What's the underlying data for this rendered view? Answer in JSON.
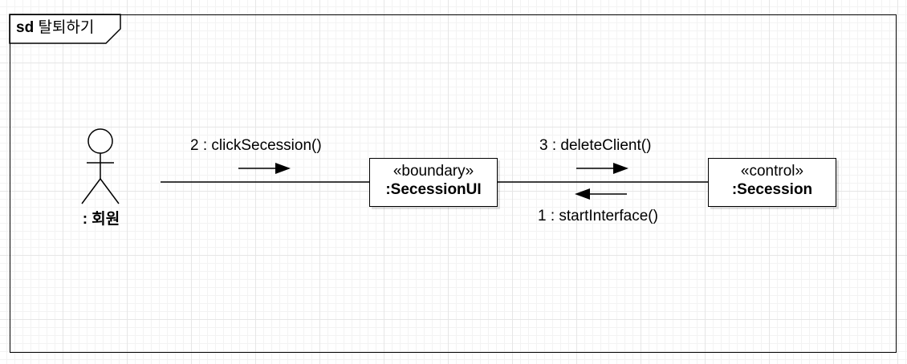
{
  "frame": {
    "keyword": "sd",
    "name": "탈퇴하기"
  },
  "actor": {
    "label": ": 회원"
  },
  "objects": [
    {
      "stereotype": "«boundary»",
      "name": ":SecessionUI"
    },
    {
      "stereotype": "«control»",
      "name": ":Secession"
    }
  ],
  "messages": [
    {
      "label": "2 : clickSecession()",
      "direction": "right"
    },
    {
      "label": "3 : deleteClient()",
      "direction": "right"
    },
    {
      "label": "1 : startInterface()",
      "direction": "left"
    }
  ]
}
